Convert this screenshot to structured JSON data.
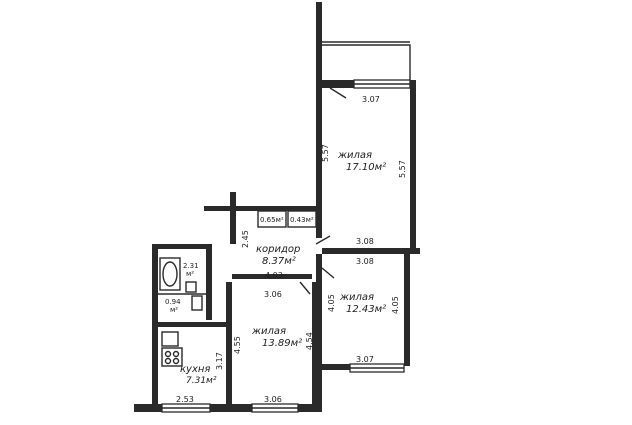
{
  "rooms": {
    "living_top": {
      "name": "жилая",
      "area": "17.10м²"
    },
    "living_right": {
      "name": "жилая",
      "area": "12.43м²"
    },
    "living_main": {
      "name": "жилая",
      "area": "13.89м²"
    },
    "corridor": {
      "name": "коридор",
      "area": "8.37м²"
    },
    "kitchen": {
      "name": "кухня",
      "area": "7.31м²"
    },
    "bathroom": {
      "area1": "2.31",
      "area2": "м²"
    },
    "toilet": {
      "area1": "0.94",
      "area2": "м²"
    },
    "closet_a": {
      "area": "0.65м²"
    },
    "closet_b": {
      "area": "0.43м²"
    }
  },
  "dimensions": {
    "d_307_top": "3.07",
    "d_557_left": "5.57",
    "d_557_right": "5.57",
    "d_308_a": "3.08",
    "d_308_b": "3.08",
    "d_245": "2.45",
    "d_403": "4.03",
    "d_306_top": "3.06",
    "d_405_left": "4.05",
    "d_405_right": "4.05",
    "d_455": "4.55",
    "d_454": "4.54",
    "d_317": "3.17",
    "d_307_bottom": "3.07",
    "d_253": "2.53",
    "d_306_bottom": "3.06"
  },
  "colors": {
    "ink": "#2a2a2a",
    "paper": "#ffffff"
  }
}
